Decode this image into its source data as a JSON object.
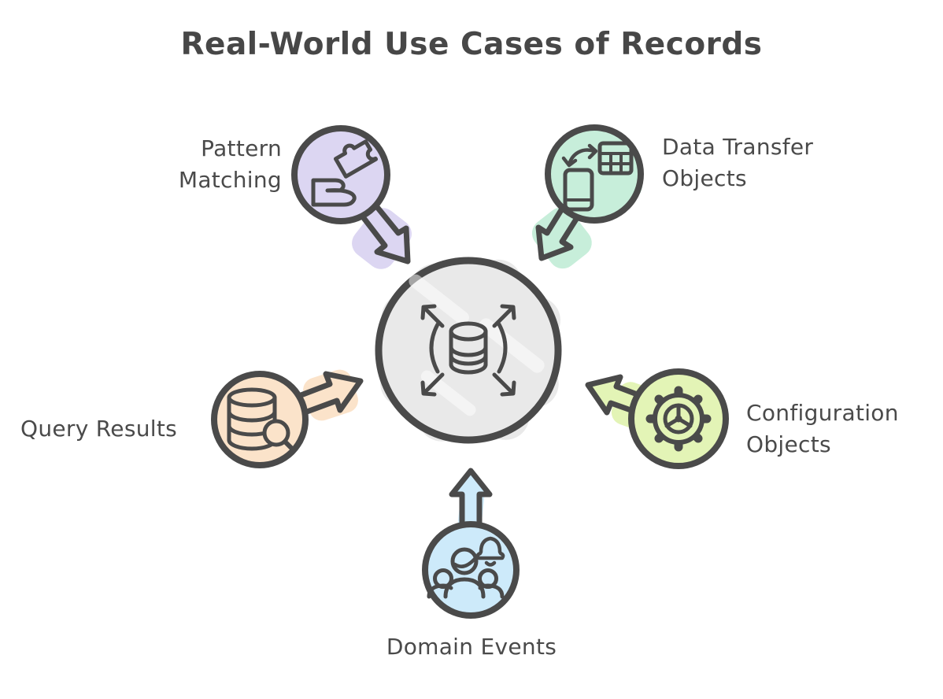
{
  "title": "Real-World Use Cases of Records",
  "colors": {
    "ink": "#4a4a4a",
    "center_fill": "#e9e9e9",
    "pattern_matching": "#dcd6f2",
    "data_transfer": "#c7eeda",
    "query_results": "#fbe3ca",
    "configuration": "#e3f4b6",
    "domain_events": "#cdeafa"
  },
  "center": {
    "icon": "database-expand-icon"
  },
  "nodes": {
    "pattern_matching": {
      "line1": "Pattern",
      "line2": "Matching",
      "icon": "puzzle-piece-hand-icon"
    },
    "data_transfer": {
      "line1": "Data Transfer",
      "line2": "Objects",
      "icon": "phone-table-sync-icon"
    },
    "query_results": {
      "line1": "Query Results",
      "icon": "database-magnifier-icon"
    },
    "configuration": {
      "line1": "Configuration",
      "line2": "Objects",
      "icon": "gear-icon"
    },
    "domain_events": {
      "line1": "Domain Events",
      "icon": "people-bell-icon"
    }
  }
}
